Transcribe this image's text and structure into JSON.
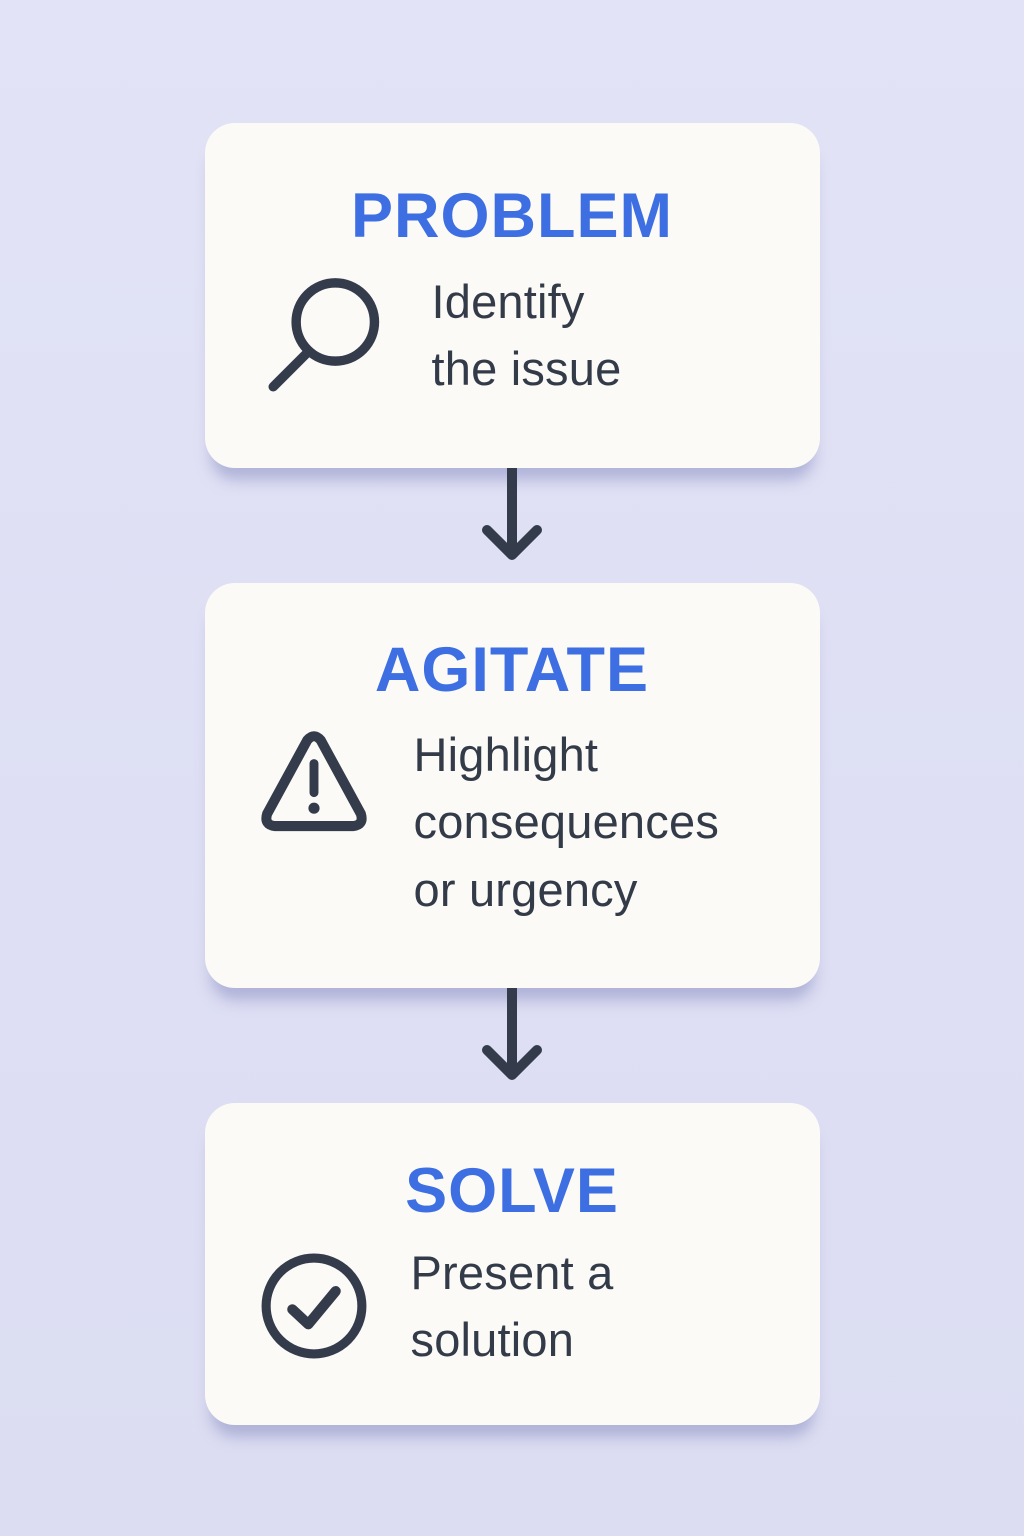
{
  "page": {
    "background_color": "#dfe0f5",
    "card_color": "#fbfaf6",
    "accent_color": "#3d6fe3",
    "ink_color": "#333b49"
  },
  "steps": [
    {
      "title": "PROBLEM",
      "description": "Identify\nthe issue",
      "icon": "magnifier-icon"
    },
    {
      "title": "AGITATE",
      "description": "Highlight\nconsequences\nor urgency",
      "icon": "warning-triangle-icon"
    },
    {
      "title": "SOLVE",
      "description": "Present a\nsolution",
      "icon": "check-circle-icon"
    }
  ]
}
